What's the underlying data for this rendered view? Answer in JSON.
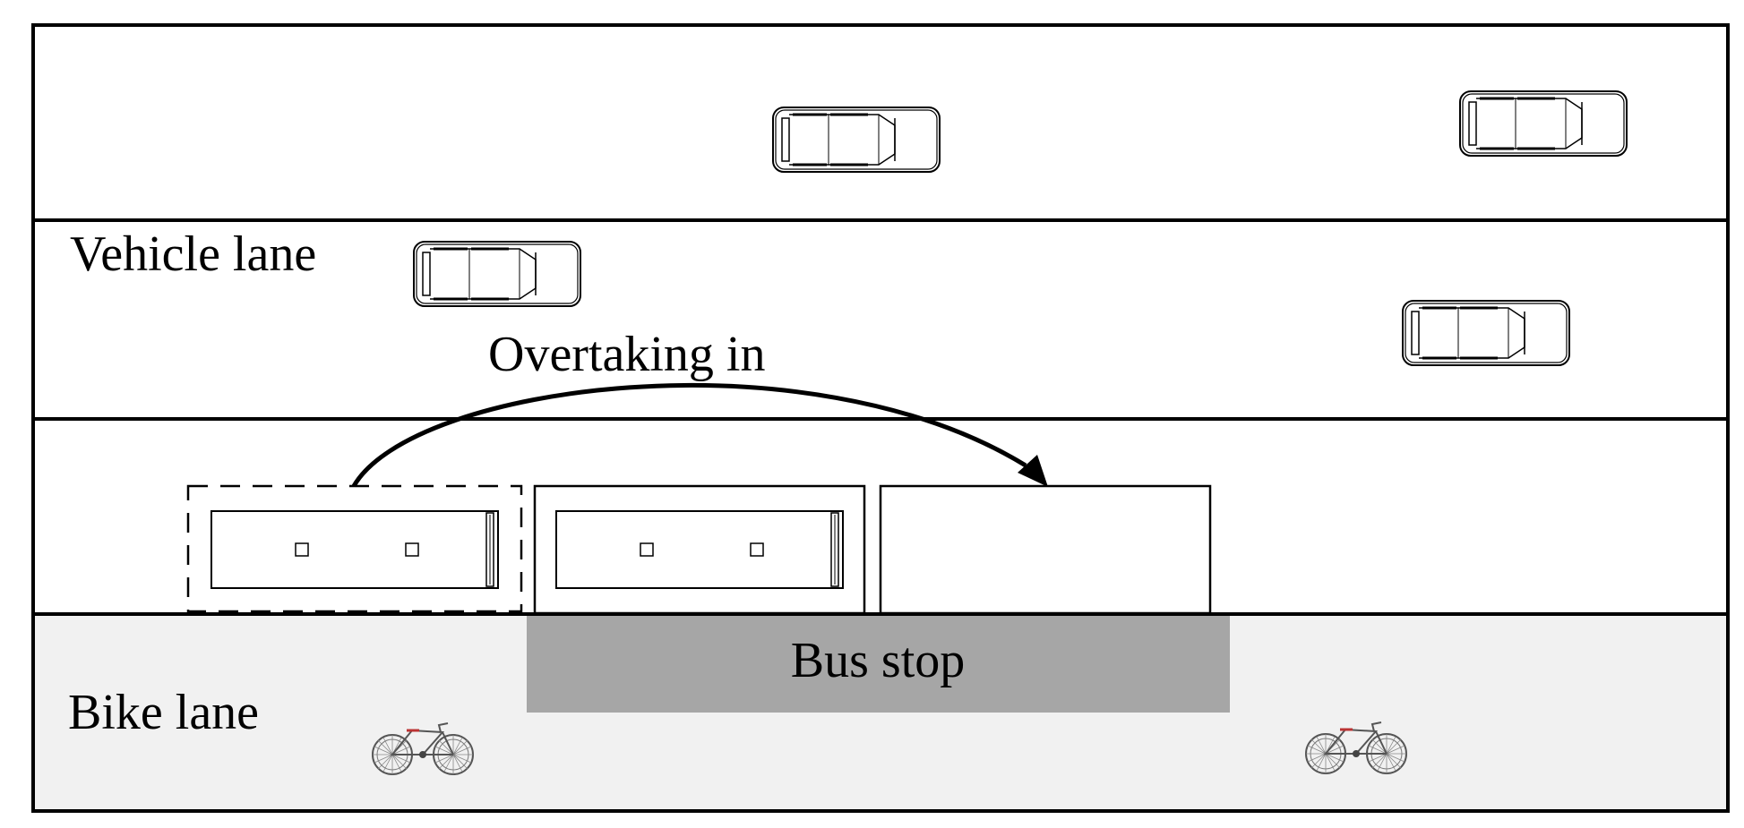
{
  "labels": {
    "vehicle_lane": "Vehicle lane",
    "overtaking": "Overtaking in",
    "bus_stop": "Bus stop",
    "bike_lane": "Bike lane"
  },
  "colors": {
    "line": "#000000",
    "bike_lane_fill": "#f1f1f1",
    "bus_stop_fill": "#a6a6a6"
  },
  "icons": [
    "car-icon",
    "bus-icon",
    "bicycle-icon",
    "arrow-icon"
  ]
}
